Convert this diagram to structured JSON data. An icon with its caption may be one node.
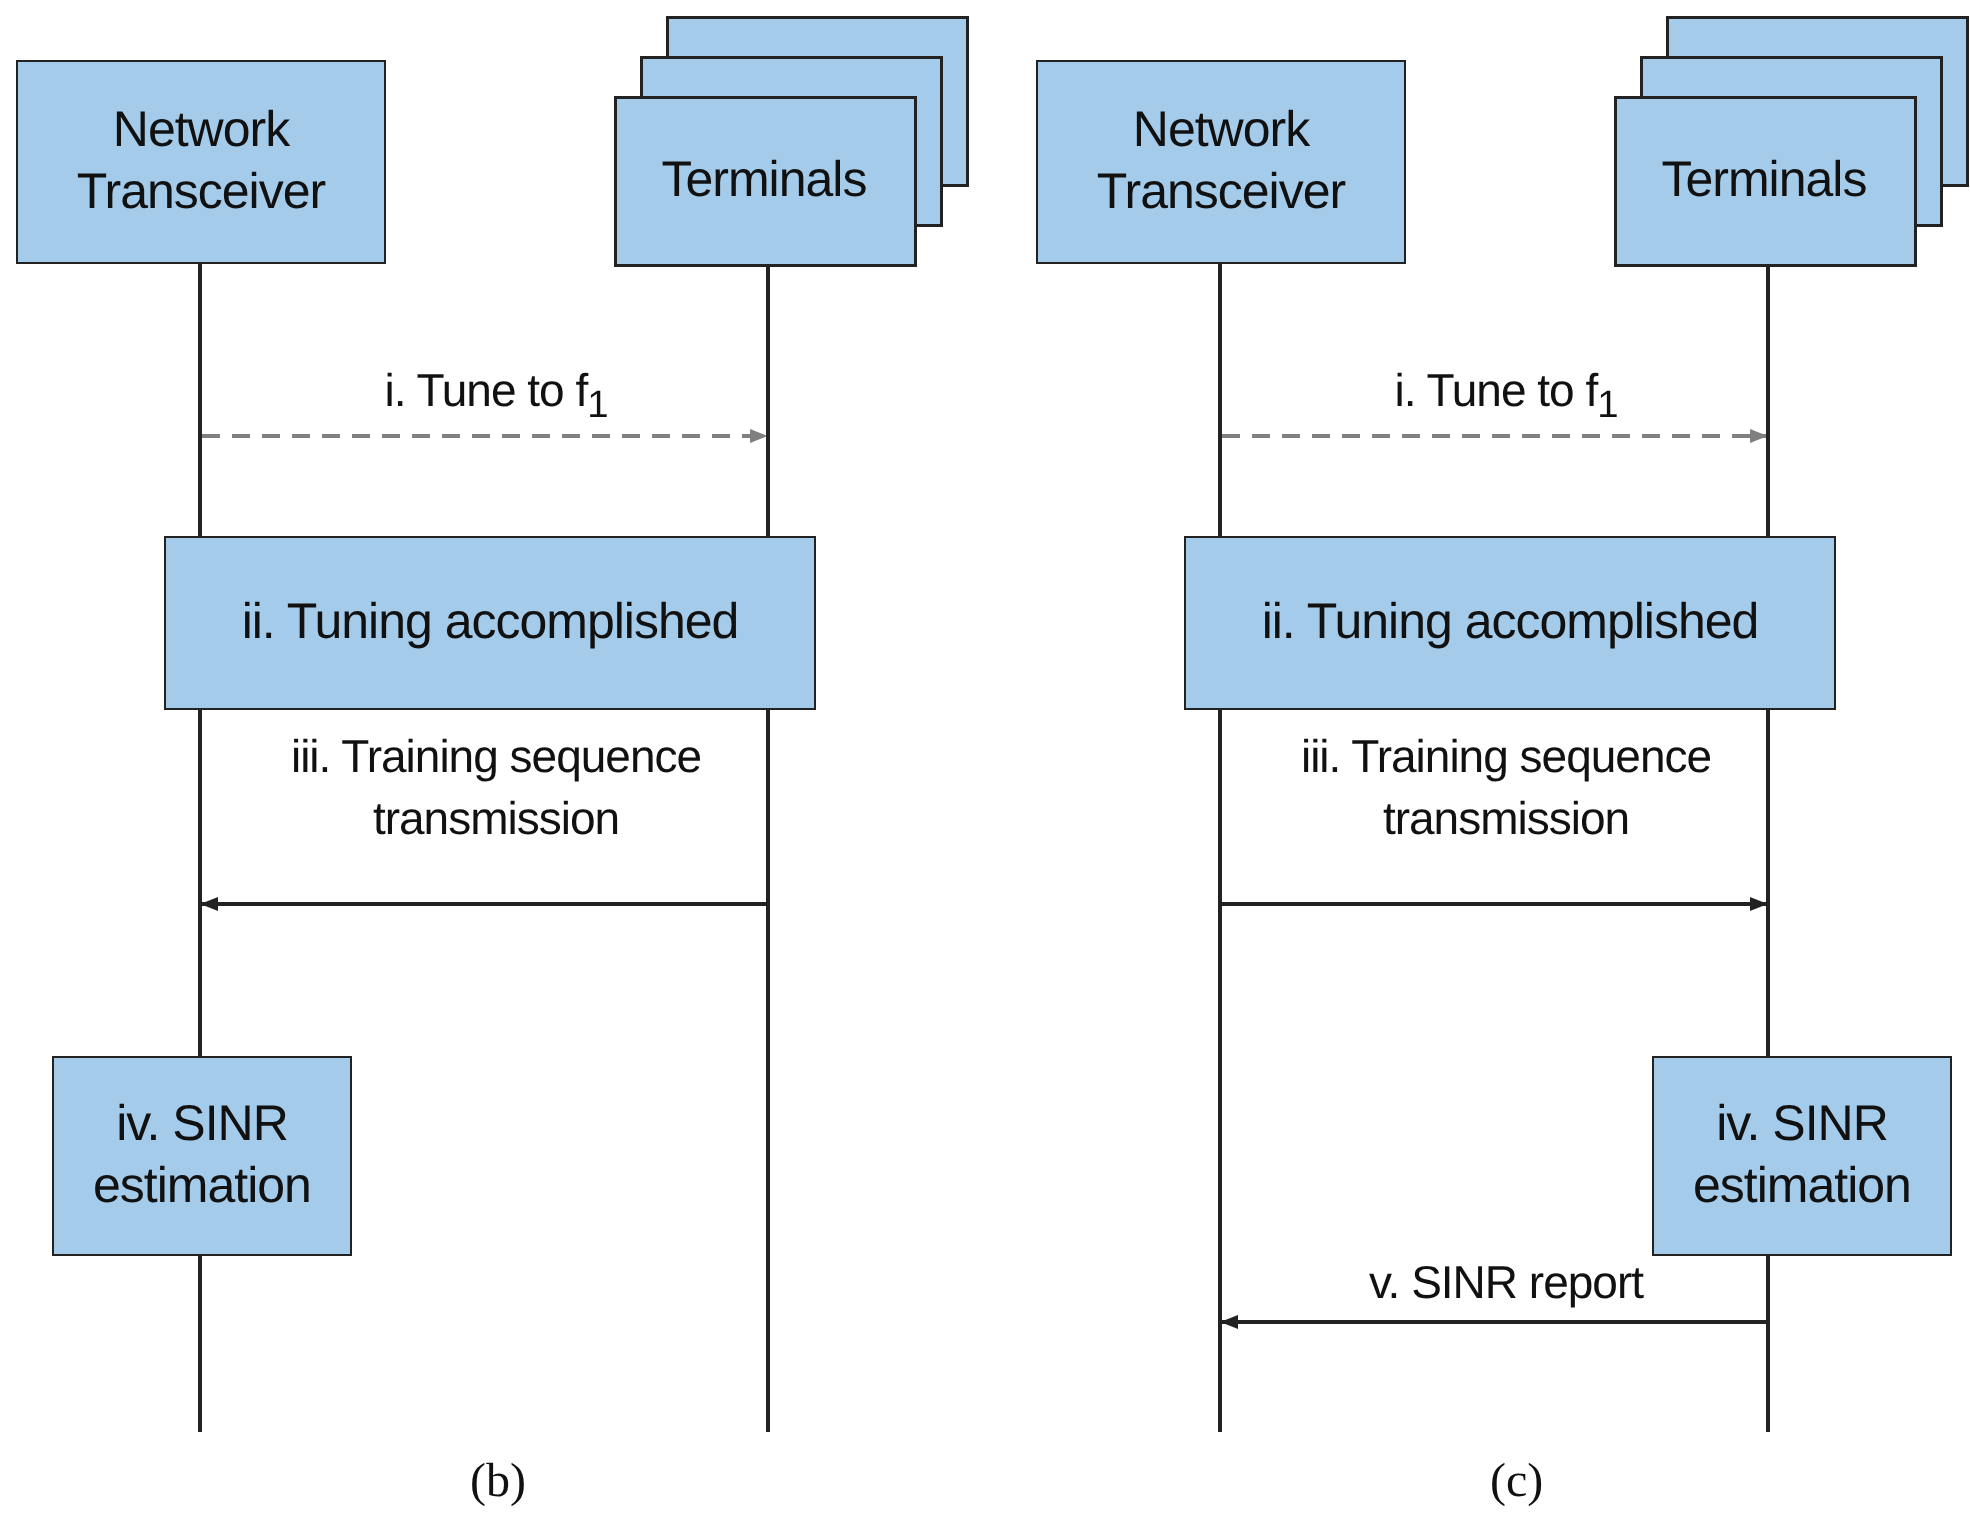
{
  "diagram": {
    "nodes": [
      {
        "text": [
          "Network Transceiver"
        ]
      },
      {
        "text": [
          "Terminals"
        ]
      },
      {
        "text": [
          "ii. Tuning accomplished"
        ]
      },
      {
        "text": [
          "iv. SINR estimation"
        ]
      },
      {
        "text": [
          "Network Transceiver"
        ]
      },
      {
        "text": [
          "Terminals"
        ]
      },
      {
        "text": [
          "ii. Tuning accomplished"
        ]
      },
      {
        "text": [
          "iv. SINR estimation"
        ]
      },
      {
        "text": [],
        "shape": "line"
      },
      {
        "text": [],
        "shape": "line"
      },
      {
        "text": [],
        "shape": "line"
      },
      {
        "text": [],
        "shape": "line"
      }
    ],
    "edges": [
      {
        "from": 8,
        "to": 9,
        "arrow": "to",
        "label": "i. Tune to f$_{1}$",
        "style": "dashed",
        "color": "#808080"
      },
      {
        "from": 9,
        "to": 8,
        "arrow": "to",
        "label": "iii. Training sequence transmission"
      },
      {
        "from": 10,
        "to": 11,
        "arrow": "to",
        "label": "i. Tune to f$_{1}$",
        "style": "dashed",
        "color": "#808080"
      },
      {
        "from": 10,
        "to": 11,
        "arrow": "to",
        "label": "iii. Training sequence transmission"
      },
      {
        "from": 11,
        "to": 10,
        "arrow": "to",
        "label": "v. SINR report"
      }
    ],
    "labels": [
      "(b)",
      "(c)"
    ]
  }
}
